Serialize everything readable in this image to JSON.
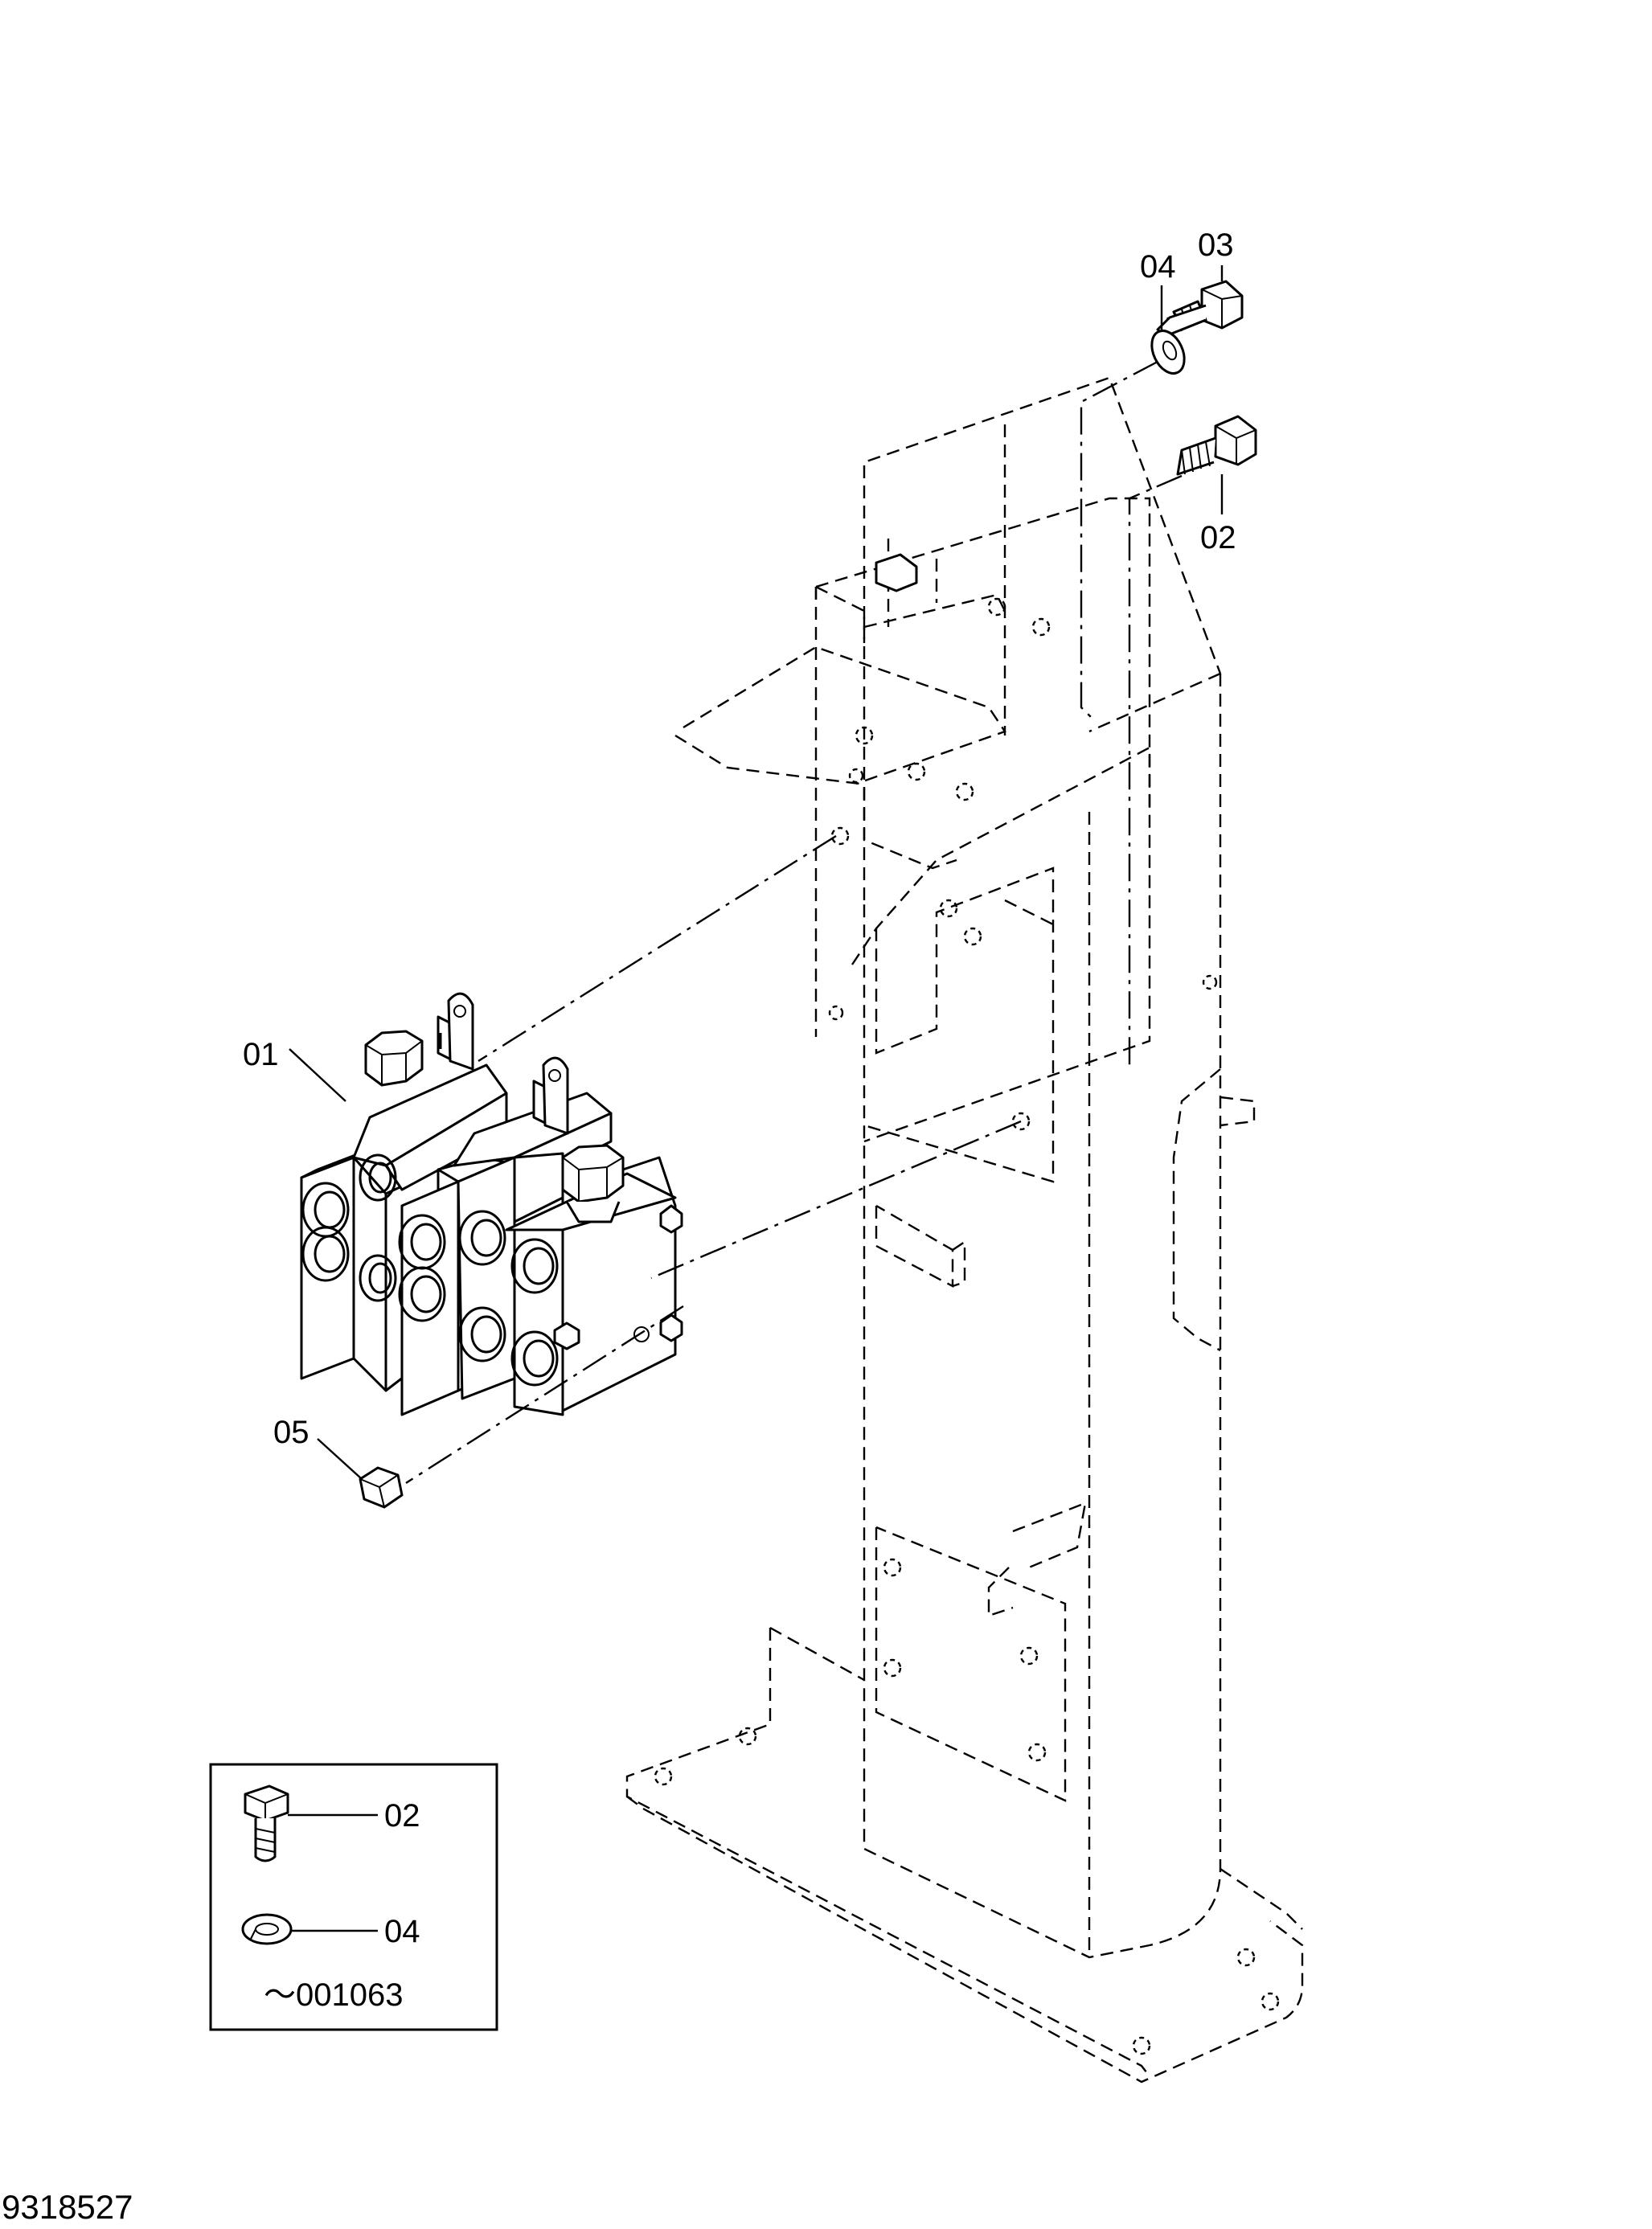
{
  "callouts": {
    "part_01": "01",
    "part_02": "02",
    "part_03": "03",
    "part_04": "04",
    "part_05": "05"
  },
  "inset": {
    "part_02": "02",
    "part_04": "04",
    "serial_note": "～001063"
  },
  "sheet_number": "9318527"
}
